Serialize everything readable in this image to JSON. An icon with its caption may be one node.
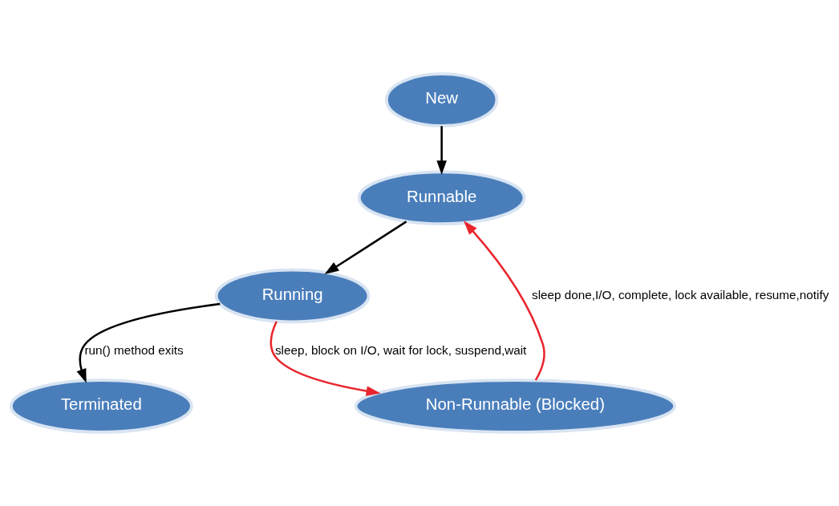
{
  "diagram": {
    "nodes": [
      {
        "text": [
          "New"
        ]
      },
      {
        "text": [
          "Runnable"
        ]
      },
      {
        "text": [
          "Non-Runnable (Blocked)"
        ]
      },
      {
        "text": [
          "Running"
        ]
      },
      {
        "text": [
          "Terminated"
        ]
      }
    ],
    "edges": [
      {
        "from": 0,
        "to": 1,
        "arrow": "to"
      },
      {
        "from": 1,
        "to": 3,
        "arrow": "to"
      },
      {
        "from": 3,
        "to": 4,
        "arrow": "to",
        "label": "run() method exits"
      },
      {
        "from": 3,
        "to": 2,
        "arrow": "to",
        "label": "sleep, block on I/O, wait for lock, suspend,wait",
        "color": "#e8262e"
      },
      {
        "from": 2,
        "to": 1,
        "arrow": "to",
        "label": "sleep done,I/O, complete, lock available, resume,notify",
        "color": "#e8262e"
      }
    ]
  }
}
